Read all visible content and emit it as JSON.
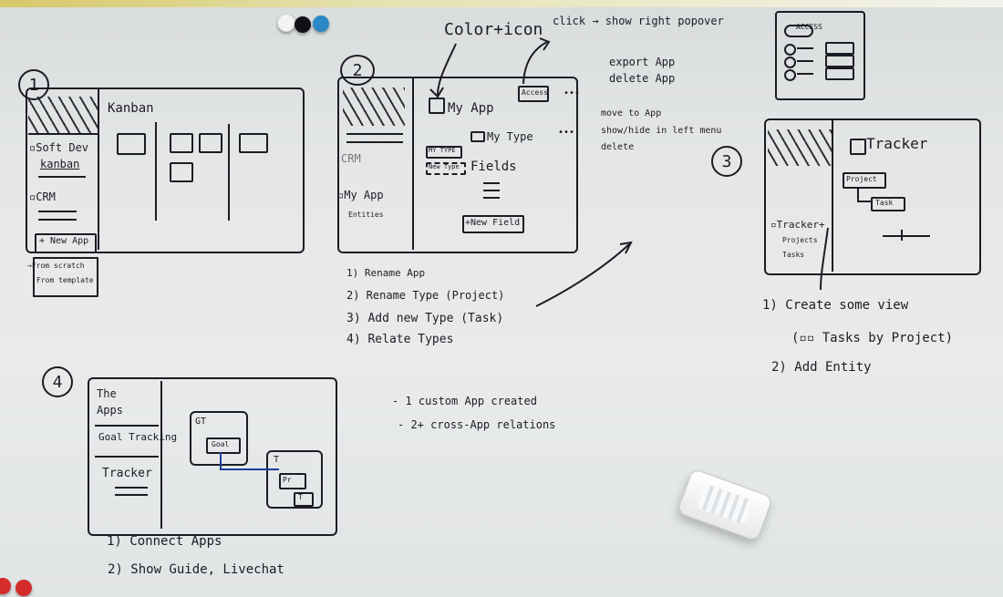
{
  "colors": {
    "ink": "#1b1c24",
    "magnet_white": "#f2f3f3",
    "magnet_black": "#0f1114",
    "magnet_blue": "#2a88c6",
    "magnet_red": "#d42b2b",
    "eraser": "#ffffff"
  },
  "icons": {
    "arrow": "arrow-icon",
    "dots": "more-dots-icon"
  },
  "step1": {
    "number": "1",
    "main_title": "Kanban",
    "sidebar_items": [
      "▫Soft Dev",
      "kanban",
      "▫CRM"
    ],
    "new_app_label": "+ New App",
    "menu_items": [
      "→From scratch",
      "From template"
    ]
  },
  "step2": {
    "number": "2",
    "top_annotation_color_icon": "Color+icon",
    "top_annotation_click": "click → show right popover",
    "access_label": "Access",
    "app_title": "My App",
    "my_type": "My Type",
    "my_type_tag": "MY TYPE",
    "new_type_tag": "New Type",
    "fields_label": "Fields",
    "new_field_label": "+New Field",
    "left_sidebar_crm": "CRM",
    "left_sidebar_app": "▫My App",
    "left_sidebar_entities": "Entities",
    "right_notes": {
      "export_app": "export App",
      "delete_app": "delete App",
      "move_to_app": "move to App",
      "show_hide": "show/hide in left menu",
      "delete": "delete"
    },
    "popover": {
      "access": "ACCESS"
    },
    "steps": [
      "1) Rename App",
      "2) Rename Type (Project)",
      "3) Add new Type (Task)",
      "4) Relate Types"
    ]
  },
  "step3": {
    "number": "3",
    "title": "Tracker",
    "project_label": "Project",
    "task_label": "Task",
    "sidebar_items": [
      "▫Tracker+",
      "Projects",
      "Tasks"
    ],
    "steps": [
      "1) Create some view",
      "(▫▫ Tasks by Project)",
      "2) Add Entity"
    ]
  },
  "step4": {
    "number": "4",
    "sidebar_items": [
      "The",
      "Apps",
      "Goal Tracking",
      "Tracker"
    ],
    "gt_label": "GT",
    "goal_label": "Goal",
    "t_label": "T",
    "pr_label": "Pr",
    "t2_label": "T",
    "notes": [
      "- 1 custom App created",
      "- 2+ cross-App relations"
    ],
    "steps": [
      "1) Connect Apps",
      "2) Show Guide, Livechat"
    ]
  }
}
